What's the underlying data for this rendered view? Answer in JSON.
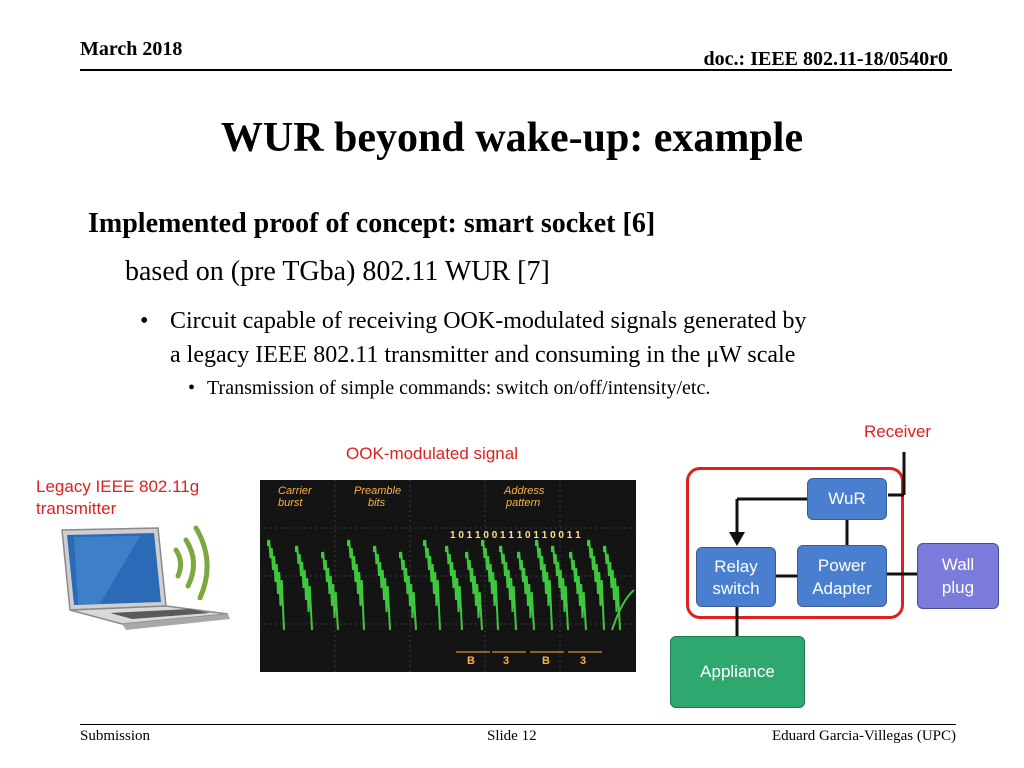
{
  "header": {
    "date": "March 2018",
    "doc": "doc.: IEEE 802.11-18/0540r0"
  },
  "title": "WUR beyond wake-up: example",
  "bullets": {
    "level1": "Implemented proof of concept: smart socket [6]",
    "level2": "based on (pre TGba) 802.11 WUR [7]",
    "level3_line1": "Circuit capable of receiving OOK-modulated signals generated by",
    "level3_line2": "a legacy IEEE 802.11 transmitter and consuming in the μW scale",
    "level4": "Transmission of simple commands: switch on/off/intensity/etc.",
    "bullet_glyph": "•"
  },
  "figure": {
    "ook_label": "OOK-modulated signal",
    "legacy_label_line1": "Legacy IEEE 802.11g",
    "legacy_label_line2": "transmitter",
    "receiver_label": "Receiver",
    "scope": {
      "carrier_burst_line1": "Carrier",
      "carrier_burst_line2": "burst",
      "preamble_line1": "Preamble",
      "preamble_line2": "bits",
      "address_line1": "Address",
      "address_line2": "pattern",
      "bits": "1 0 1 1 0 0 1 1 1 0 1 1   0 0 1 1",
      "b_marks": [
        "B",
        "3",
        "B",
        "3"
      ]
    },
    "blocks": {
      "wur": "WuR",
      "relay_line1": "Relay",
      "relay_line2": "switch",
      "power_line1": "Power",
      "power_line2": "Adapter",
      "wall_line1": "Wall",
      "wall_line2": "plug",
      "appliance": "Appliance"
    },
    "colors": {
      "accent_red": "#e02020",
      "block_blue": "#4a7fd0",
      "wall_purple": "#7b7bdc",
      "appliance_green": "#2fa870",
      "signal_green": "#3ec83e"
    }
  },
  "footer": {
    "left": "Submission",
    "center": "Slide 12",
    "right": "Eduard Garcia-Villegas (UPC)"
  }
}
